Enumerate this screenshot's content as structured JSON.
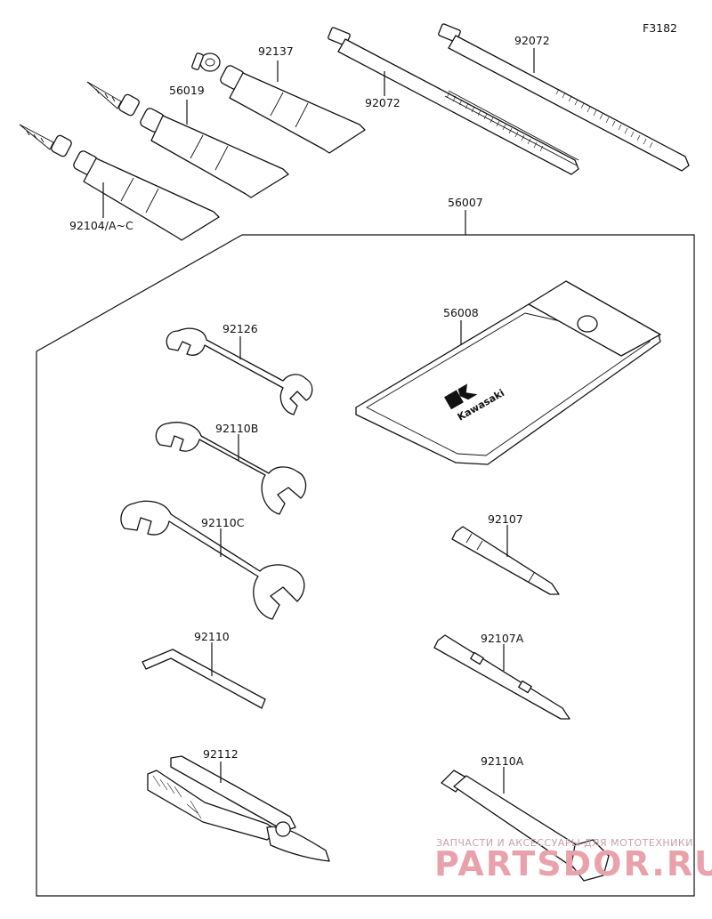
{
  "figure_code": "F3182",
  "parts": {
    "p92137": "92137",
    "p56019": "56019",
    "p92104": "92104/A~C",
    "p92072a": "92072",
    "p92072b": "92072",
    "p56007": "56007",
    "p56008": "56008",
    "p92126": "92126",
    "p92110B": "92110B",
    "p92110C": "92110C",
    "p92110": "92110",
    "p92112": "92112",
    "p92107": "92107",
    "p92107A": "92107A",
    "p92110A": "92110A"
  },
  "pouch_brand": "Kawasaki",
  "watermark": {
    "tagline": "ЗАПЧАСТИ И АКСЕССУАРЫ ДЛЯ МОТОТЕХНИКИ",
    "brand": "PARTSDOR.RU"
  }
}
